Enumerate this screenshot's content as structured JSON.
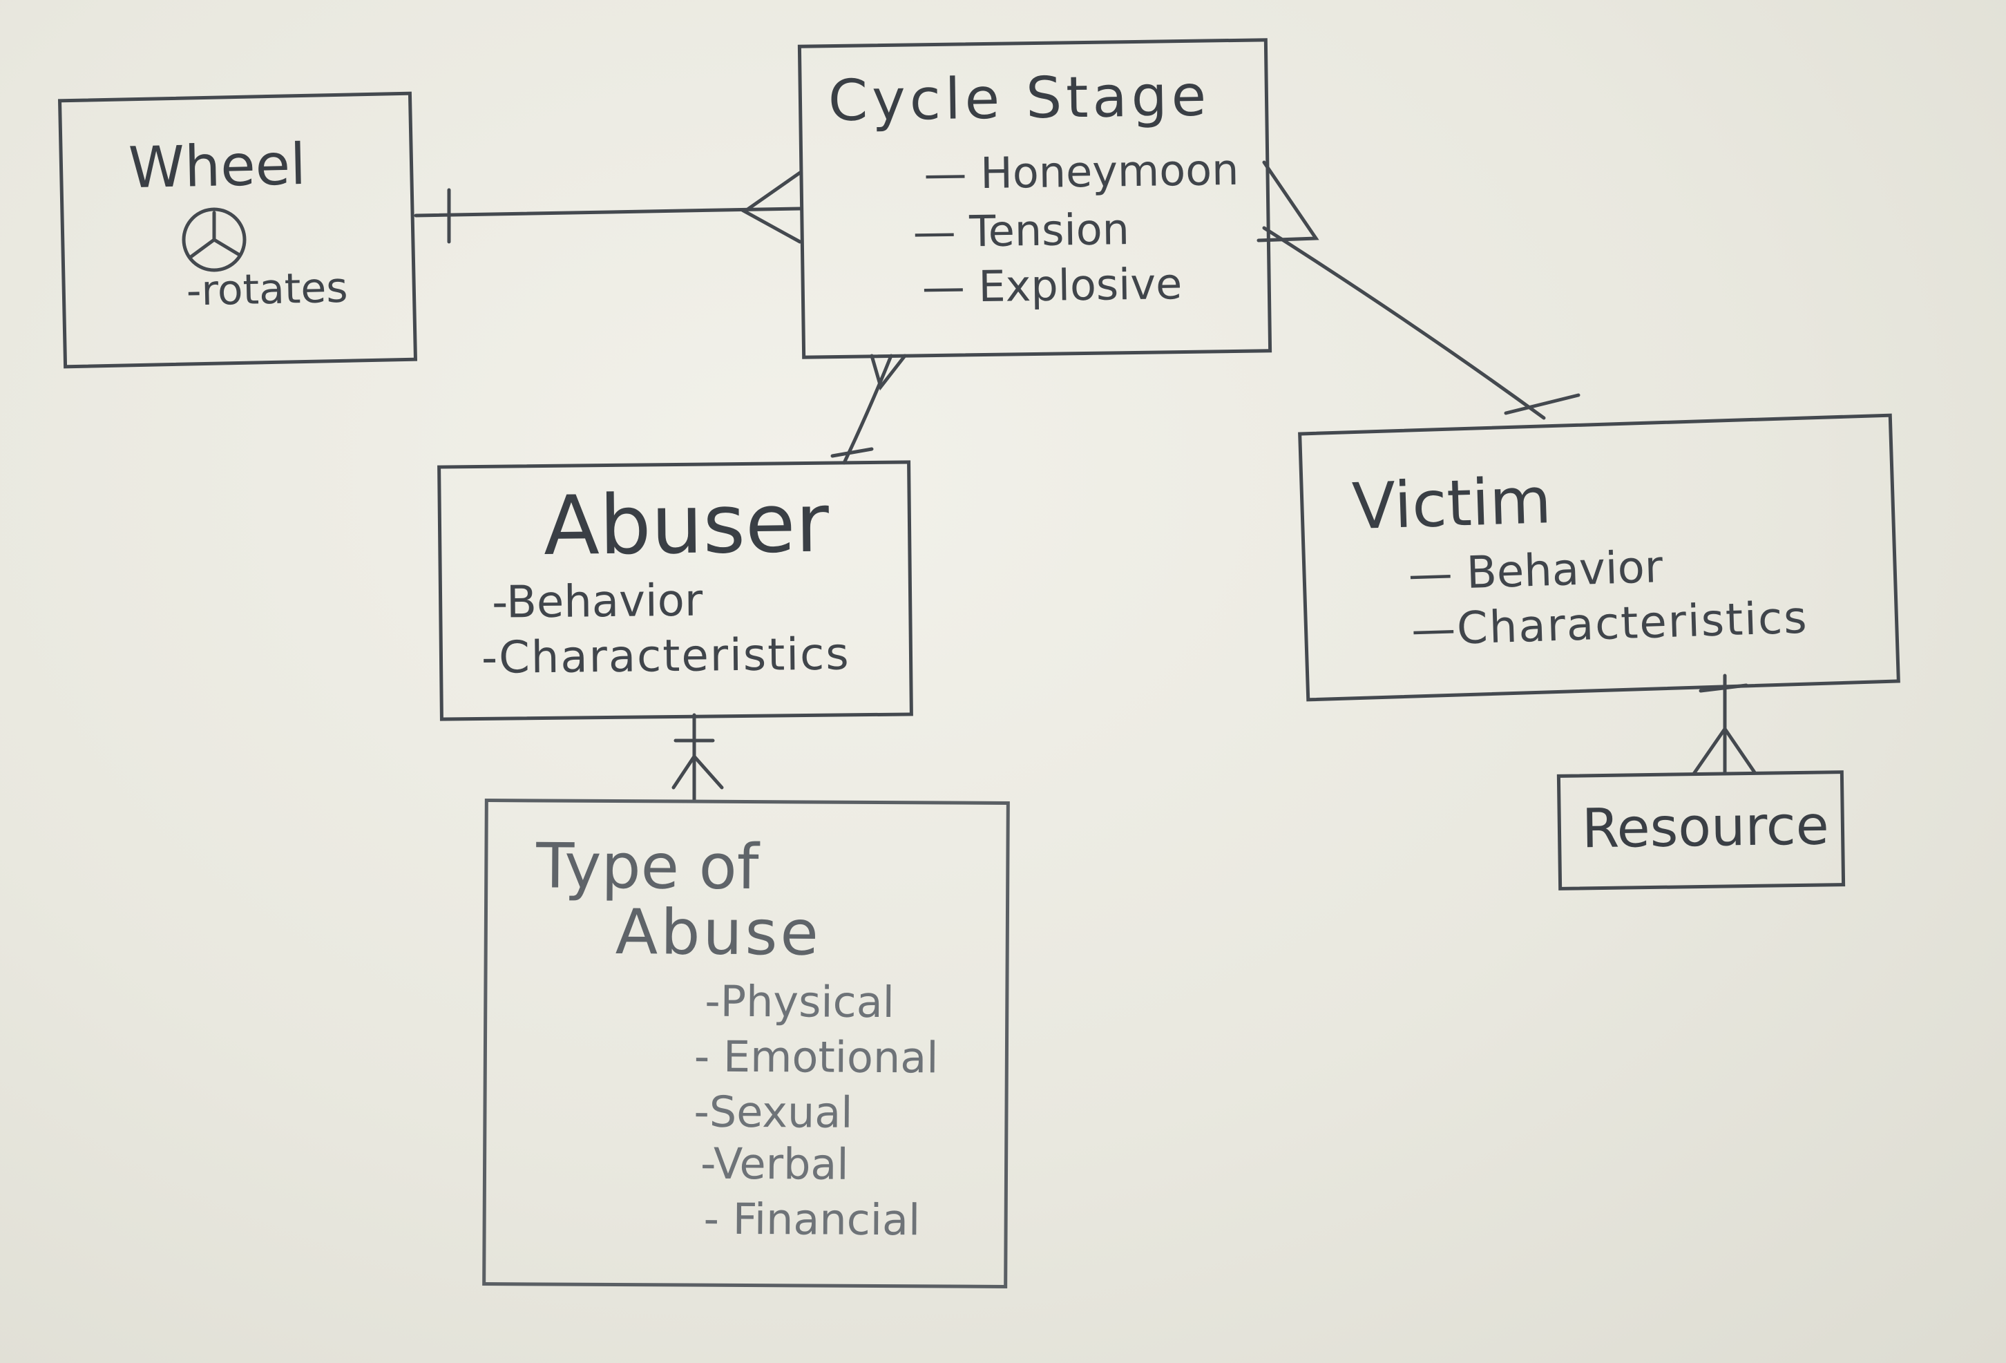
{
  "entities": {
    "wheel": {
      "title": "Wheel",
      "attributes": [
        "-rotates"
      ]
    },
    "cycle_stage": {
      "title": "Cycle Stage",
      "attributes": [
        "— Honeymoon",
        "— Tension",
        "— Explosive"
      ]
    },
    "abuser": {
      "title": "Abuser",
      "attributes": [
        "-Behavior",
        "-Characteristics"
      ]
    },
    "victim": {
      "title": "Victim",
      "attributes": [
        "— Behavior",
        "—Characteristics"
      ]
    },
    "type_of_abuse": {
      "title_line1": "Type of",
      "title_line2": "Abuse",
      "attributes": [
        "-Physical",
        "- Emotional",
        "-Sexual",
        "-Verbal",
        "- Financial"
      ]
    },
    "resource": {
      "title": "Resource"
    }
  },
  "relationships": [
    {
      "from": "Wheel",
      "to": "Cycle Stage",
      "from_cardinality": "one",
      "to_cardinality": "many"
    },
    {
      "from": "Cycle Stage",
      "to": "Abuser",
      "from_cardinality": "many",
      "to_cardinality": "one"
    },
    {
      "from": "Cycle Stage",
      "to": "Victim",
      "from_cardinality": "many",
      "to_cardinality": "one"
    },
    {
      "from": "Abuser",
      "to": "Type of Abuse",
      "from_cardinality": "one",
      "to_cardinality": "many"
    },
    {
      "from": "Victim",
      "to": "Resource",
      "from_cardinality": "one",
      "to_cardinality": "many"
    }
  ],
  "colors": {
    "ink": "#44494f",
    "pencil": "#6e7378",
    "paper": "#ecebe3"
  },
  "icons": {
    "wheel_symbol": "steering-wheel-icon"
  }
}
